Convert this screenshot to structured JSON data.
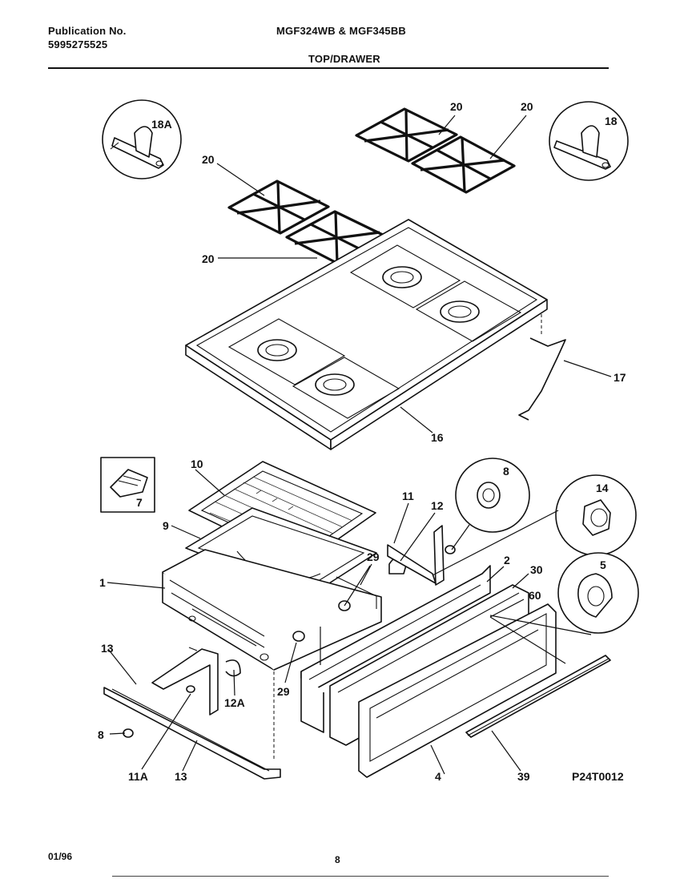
{
  "header": {
    "publication_label": "Publication No.",
    "publication_number": "5995275525",
    "models": "MGF324WB & MGF345BB",
    "section": "TOP/DRAWER"
  },
  "callouts": {
    "c18A": "18A",
    "c18": "18",
    "c20a": "20",
    "c20b": "20",
    "c20c": "20",
    "c20d": "20",
    "c17": "17",
    "c16": "16",
    "c10": "10",
    "c7": "7",
    "c9": "9",
    "c1": "1",
    "c11": "11",
    "c12": "12",
    "c8a": "8",
    "c14": "14",
    "c2": "2",
    "c5": "5",
    "c30": "30",
    "c60": "60",
    "c29a": "29",
    "c29b": "29",
    "c13a": "13",
    "c13b": "13",
    "c8b": "8",
    "c11A": "11A",
    "c12A": "12A",
    "c4": "4",
    "c39": "39"
  },
  "figure_id": "P24T0012",
  "footer": {
    "date": "01/96",
    "page": "8"
  }
}
